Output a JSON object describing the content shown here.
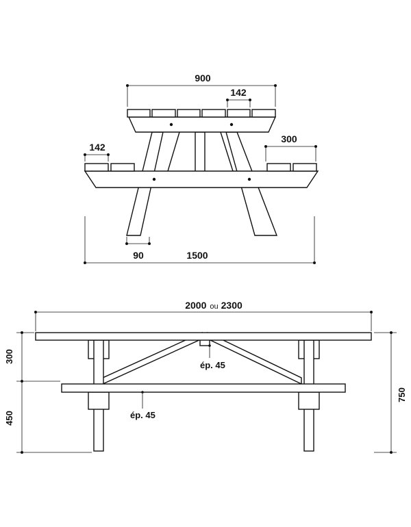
{
  "end_view": {
    "dim_top_width": "900",
    "dim_board_top": "142",
    "dim_board_bench": "142",
    "dim_bench_overhang": "300",
    "dim_leg_width": "90",
    "dim_total_width": "1500"
  },
  "side_view": {
    "dim_length_a": "2000",
    "dim_length_or": "ou",
    "dim_length_b": "2300",
    "dim_top_to_seat": "300",
    "dim_seat_height": "450",
    "dim_total_height": "750",
    "thickness_brace": "ép. 45",
    "thickness_seat": "ép. 45"
  },
  "colors": {
    "line": "#111111",
    "background": "#ffffff"
  }
}
